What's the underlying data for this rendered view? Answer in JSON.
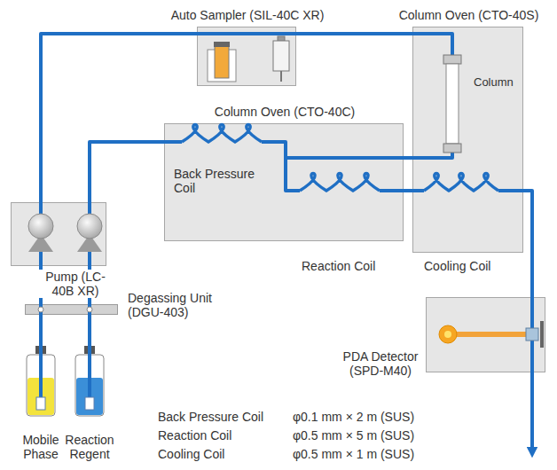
{
  "diagram": {
    "nodes": [
      {
        "text": [
          "Auto Sampler (SIL-40C XR)"
        ]
      },
      {
        "text": [
          "Column Oven (CTO-40S)",
          "Column"
        ]
      },
      {
        "text": [
          "Column Oven (CTO-40C)",
          "Back Pressure Coil"
        ]
      },
      {
        "text": [
          "Pump (LC-40B XR)"
        ]
      },
      {
        "text": [
          "Degassing Unit (DGU-403)"
        ]
      },
      {
        "text": [
          "PDA Detector (SPD-M40)"
        ]
      },
      {
        "text": [
          "Mobile Phase"
        ]
      },
      {
        "text": [
          "Reaction Regent"
        ]
      }
    ],
    "edges": [
      {
        "from": 6,
        "to": 4,
        "arrow": "none"
      },
      {
        "from": 7,
        "to": 4,
        "arrow": "none"
      },
      {
        "from": 4,
        "to": 3,
        "arrow": "none"
      },
      {
        "from": 4,
        "to": 3,
        "arrow": "none"
      },
      {
        "from": 3,
        "to": 0,
        "arrow": "none"
      },
      {
        "from": 0,
        "to": 1,
        "arrow": "none"
      },
      {
        "from": 3,
        "to": 2,
        "arrow": "none"
      },
      {
        "from": 1,
        "to": 2,
        "arrow": "none"
      },
      {
        "from": 2,
        "to": 1,
        "arrow": "none"
      },
      {
        "from": 1,
        "to": 5,
        "arrow": "none"
      }
    ],
    "labels": [
      "Reaction Coil",
      "Cooling Coil",
      "Back Pressure Coil",
      "φ0.1 mm × 2 m (SUS)",
      "Reaction Coil",
      "φ0.5 mm × 5 m (SUS)",
      "Cooling Coil",
      "φ0.5 mm × 1 m (SUS)"
    ]
  }
}
